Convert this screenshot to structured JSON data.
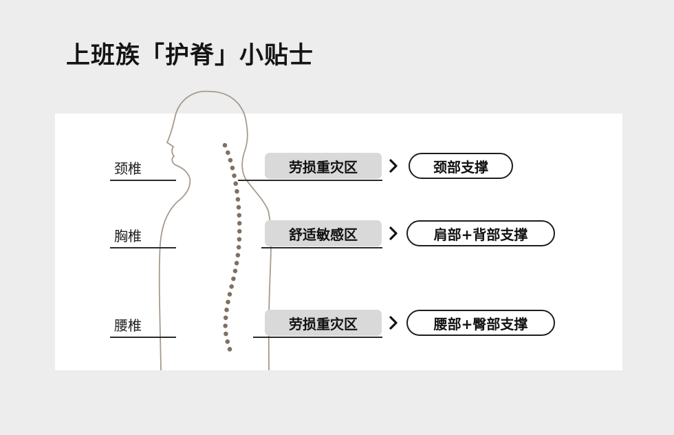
{
  "title": "上班族「护脊」小贴士",
  "rows": [
    {
      "label": "颈椎",
      "zone": "劳损重灾区",
      "support": "颈部支撑"
    },
    {
      "label": "胸椎",
      "zone": "舒适敏感区",
      "support": "肩部+背部支撑"
    },
    {
      "label": "腰椎",
      "zone": "劳损重灾区",
      "support": "腰部+臀部支撑"
    }
  ],
  "icons": {
    "arrow": "chevron-right",
    "figure": "human-side-profile-silhouette",
    "spine": "dotted-spine-curve"
  },
  "colors": {
    "background": "#ededed",
    "card": "#ffffff",
    "zone_tag_bg": "#d9d9d9",
    "pill_border": "#1c1c1c",
    "silhouette": "#a69a8b",
    "spine_dots": "#80705f",
    "text": "#111111"
  }
}
